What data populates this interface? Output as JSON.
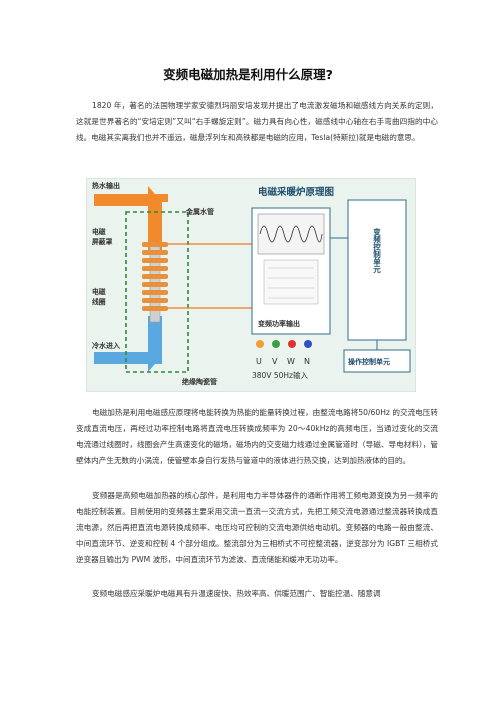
{
  "document": {
    "title": "变频电磁加热是利用什么原理?",
    "paragraphs": [
      "1820 年，著名的法国物理学家安德烈玛丽安培发现并提出了电流激发磁场和磁感线方向关系的定则，这就是世界著名的“安培定则”又叫“右手螺旋定则”。磁力具有向心性，磁感线中心轴在右手弯曲四指的中心线。电磁其实离我们也并不遥远，磁悬浮列车和高铁都是电磁的应用，Tesla(特斯拉)就是电磁的意思。",
      "电磁加热是利用电磁感应原理将电能转换为热能的能量转换过程，由整流电路将50/60Hz 的交流电压转变成直流电压，再经过功率控制电路将直流电压转换成频率为 20～40kHz的高频电压，当通过变化的交流电流通过线圈时，线圈会产生高速变化的磁场，磁场内的交变磁力线通过金属管道时（导磁、导电材料），管壁体内产生无数的小涡流，使管壁本身自行发热与管道中的液体进行热交换，达到加热液体的目的。",
      "变频器是高频电磁加热器的核心部件，是利用电力半导体器件的通断作用将工频电源变换为另一频率的电能控制装置。目前使用的变频器主要采用交流一直流一交流方式，先把工频交流电源通过整流器转换成直流电源，然后再把直流电源转换成频率、电压均可控制的交流电源供给电动机。变频器的电路一般由整流、中间直流环节、逆变和控制 4 个部分组成。整流部分为三相桥式不可控整流器，逆变部分为 IGBT 三相桥式逆变器且输出为 PWM 波形，中间直流环节为滤波、直流储能和缓冲无功功率。",
      "变频电磁感应采暖炉电磁具有升温速度快、热效率高、供暖范围广、智能控温、随意调"
    ]
  },
  "diagram": {
    "title": "电磁采暖炉原理图",
    "hot_water_out": "热水输出",
    "cold_water_in": "冷水进入",
    "shield": "电磁\n屏蔽罩",
    "coil": "电磁\n线圈",
    "metal_pipe": "金属水管",
    "insulated_pipe": "绝缘陶瓷管",
    "freq_output": "变频功率输出",
    "freq_control": "变频控制单元",
    "operation_control": "操作控制单元",
    "phases": [
      "U",
      "V",
      "W",
      "N"
    ],
    "phase_colors": [
      "#f0a030",
      "#3aa040",
      "#e03030",
      "#3050c0"
    ],
    "input_label": "380V 50Hz输入",
    "colors": {
      "hot": "#f08a2a",
      "cold": "#5aa8e0",
      "coil": "#e8913a",
      "shield": "#2a8a3a",
      "wire": "#f07820",
      "panel": "#2f6f8f"
    }
  }
}
